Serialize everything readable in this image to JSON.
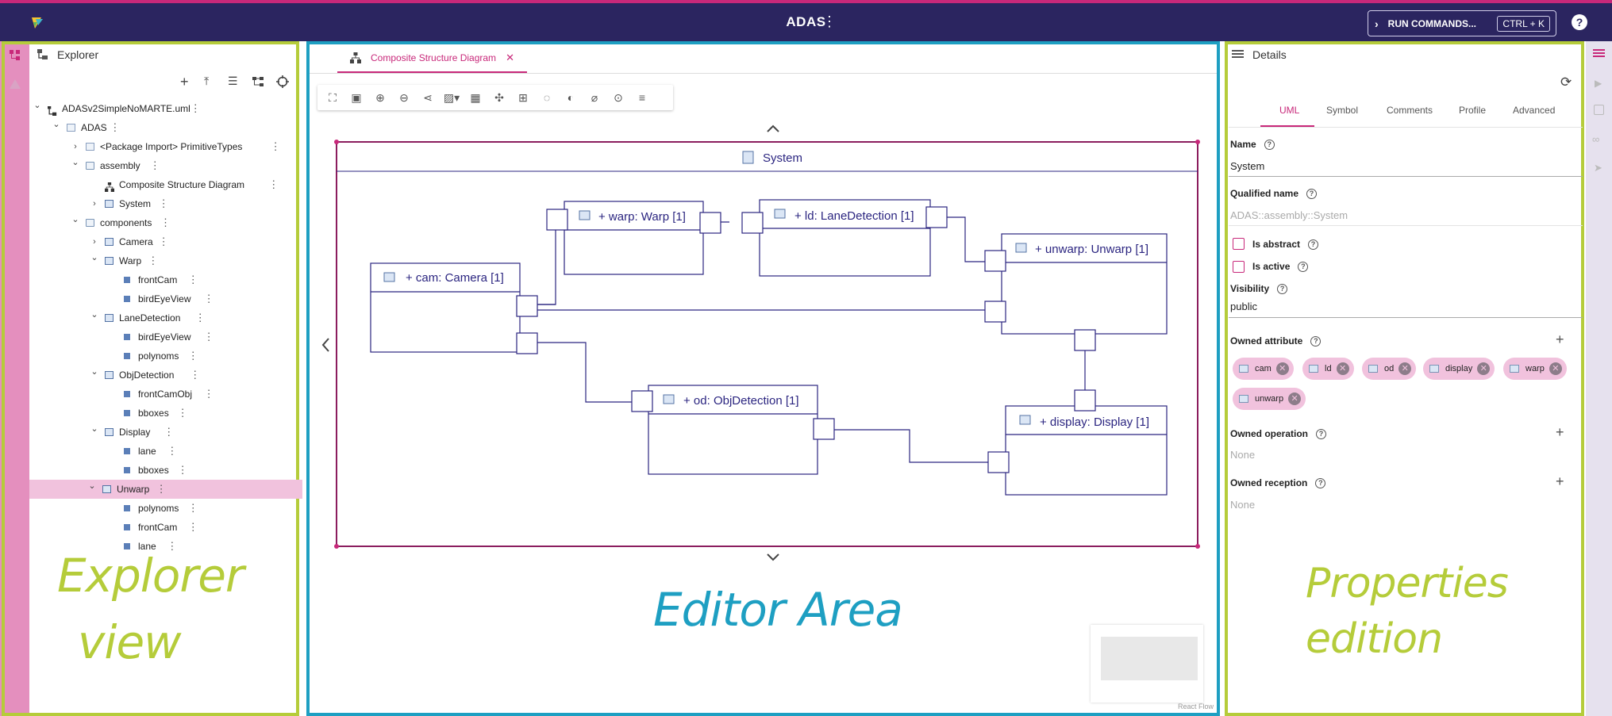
{
  "app": {
    "title": "ADAS",
    "run_commands": "RUN COMMANDS...",
    "shortcut": "CTRL + K",
    "help": "?"
  },
  "explorer": {
    "title": "Explorer",
    "tree": [
      {
        "label": "ADASv2SimpleNoMARTE.uml",
        "depth": 0,
        "toggle": "open",
        "icon": "model"
      },
      {
        "label": "ADAS",
        "depth": 1,
        "toggle": "open",
        "icon": "pkg"
      },
      {
        "label": "<Package Import> PrimitiveTypes",
        "depth": 2,
        "toggle": "closed",
        "icon": "import"
      },
      {
        "label": "assembly",
        "depth": 2,
        "toggle": "open",
        "icon": "fold"
      },
      {
        "label": "Composite Structure Diagram",
        "depth": 3,
        "toggle": "none",
        "icon": "csd"
      },
      {
        "label": "System",
        "depth": 3,
        "toggle": "closed",
        "icon": "cls"
      },
      {
        "label": "components",
        "depth": 2,
        "toggle": "open",
        "icon": "fold"
      },
      {
        "label": "Camera",
        "depth": 3,
        "toggle": "closed",
        "icon": "cls"
      },
      {
        "label": "Warp",
        "depth": 3,
        "toggle": "open",
        "icon": "cls"
      },
      {
        "label": "frontCam",
        "depth": 4,
        "toggle": "none",
        "icon": "prop"
      },
      {
        "label": "birdEyeView",
        "depth": 4,
        "toggle": "none",
        "icon": "prop"
      },
      {
        "label": "LaneDetection",
        "depth": 3,
        "toggle": "open",
        "icon": "cls"
      },
      {
        "label": "birdEyeView",
        "depth": 4,
        "toggle": "none",
        "icon": "prop"
      },
      {
        "label": "polynoms",
        "depth": 4,
        "toggle": "none",
        "icon": "prop"
      },
      {
        "label": "ObjDetection",
        "depth": 3,
        "toggle": "open",
        "icon": "cls"
      },
      {
        "label": "frontCamObj",
        "depth": 4,
        "toggle": "none",
        "icon": "prop"
      },
      {
        "label": "bboxes",
        "depth": 4,
        "toggle": "none",
        "icon": "prop"
      },
      {
        "label": "Display",
        "depth": 3,
        "toggle": "open",
        "icon": "cls"
      },
      {
        "label": "lane",
        "depth": 4,
        "toggle": "none",
        "icon": "prop"
      },
      {
        "label": "bboxes",
        "depth": 4,
        "toggle": "none",
        "icon": "prop"
      },
      {
        "label": "Unwarp",
        "depth": 3,
        "toggle": "open",
        "icon": "cls",
        "selected": true
      },
      {
        "label": "polynoms",
        "depth": 4,
        "toggle": "none",
        "icon": "prop"
      },
      {
        "label": "frontCam",
        "depth": 4,
        "toggle": "none",
        "icon": "prop"
      },
      {
        "label": "lane",
        "depth": 4,
        "toggle": "none",
        "icon": "propplus"
      }
    ],
    "annotation": [
      "Explorer",
      "view"
    ]
  },
  "editor": {
    "tab": "Composite Structure Diagram",
    "annotation": "Editor Area",
    "react_flow": "React Flow",
    "diagram": {
      "container": "System",
      "parts": [
        {
          "id": "cam",
          "label": "+ cam: Camera [1]"
        },
        {
          "id": "warp",
          "label": "+ warp: Warp [1]"
        },
        {
          "id": "ld",
          "label": "+ ld: LaneDetection [1]"
        },
        {
          "id": "unwarp",
          "label": "+ unwarp: Unwarp [1]"
        },
        {
          "id": "od",
          "label": "+ od: ObjDetection [1]"
        },
        {
          "id": "display",
          "label": "+ display: Display [1]"
        }
      ]
    }
  },
  "details": {
    "title": "Details",
    "tabs": [
      "UML",
      "Symbol",
      "Comments",
      "Profile",
      "Advanced"
    ],
    "active_tab": "UML",
    "name_label": "Name",
    "name_value": "System",
    "qualified_label": "Qualified name",
    "qualified_value": "ADAS::assembly::System",
    "abstract_label": "Is abstract",
    "active_label": "Is active",
    "visibility_label": "Visibility",
    "visibility_value": "public",
    "owned_attribute_label": "Owned attribute",
    "owned_attributes": [
      "cam",
      "ld",
      "od",
      "display",
      "warp",
      "unwarp"
    ],
    "owned_operation_label": "Owned operation",
    "owned_operation_value": "None",
    "owned_reception_label": "Owned reception",
    "owned_reception_value": "None",
    "annotation": [
      "Properties",
      "edition"
    ]
  },
  "colors": {
    "topbar": "#2b2560",
    "accent": "#c8287a",
    "green_frame": "#b5cc3a",
    "blue_frame": "#1e9fc2",
    "diagram": "#2b2580",
    "selection": "#f1c2dd"
  }
}
